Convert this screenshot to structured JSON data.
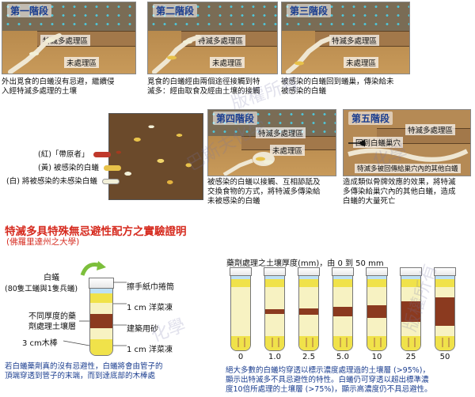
{
  "stages": [
    {
      "title": "第一階段",
      "treated_zone": "特滅多處理區",
      "untreated_zone": "未處理區",
      "caption_lines": [
        "外出覓食的白蟻沒有忌避，繼續侵",
        "入經特滅多處理的土壤"
      ]
    },
    {
      "title": "第二階段",
      "treated_zone": "特滅多處理區",
      "untreated_zone": "未處理區",
      "caption_lines": [
        "覓食的白蟻經由兩個途徑接觸到特",
        "滅多：經由取食及經由土壤的接觸"
      ]
    },
    {
      "title": "第三階段",
      "treated_zone": "特滅多處理區",
      "untreated_zone": "未處理區",
      "caption_lines": [
        "被感染的白蟻回到蟻巢，傳染給未",
        "被感染的白蟻"
      ]
    },
    {
      "title": "第四階段",
      "treated_zone": "特滅多處理區",
      "untreated_zone": "未處理區",
      "caption_lines": [
        "被感染的白蟻以接觸、互相舔舐及",
        "交換食物的方式，將特滅多傳染給",
        "未被感染的白蟻"
      ]
    },
    {
      "title": "第五階段",
      "treated_zone": "特滅多處理區",
      "nest_label": "回到白蟻巢穴",
      "spread_label": "特滅多被回傳給巢穴內的其他白蟻",
      "caption_lines": [
        "造成類似骨牌效應的效果，將特滅",
        "多傳染給巢穴內的其他白蟻，造成",
        "白蟻的大量死亡"
      ]
    }
  ],
  "legend": [
    {
      "text": "(紅)「帶原者」",
      "color": "#c0392b"
    },
    {
      "text": "(黃) 被感染的白蟻",
      "color": "#e8c24a"
    },
    {
      "text": "(白) 將被感染的未感染白蟻",
      "color": "#f2f0d8"
    }
  ],
  "experiment": {
    "title": "特滅多具特殊無忌避性配方之實驗證明",
    "subtitle": "(佛羅里達州之大學)",
    "termite_label": "白蟻",
    "termite_count": "(80隻工蟻與1隻兵蟻)",
    "paper_plug": "擦手紙巾捲筒",
    "agar_top": "1 cm 洋菜凍",
    "soil_layer_lines": [
      "不同厚度的藥",
      "劑處理土壤層"
    ],
    "sand": "建築用砂",
    "wood_stick": "3 cm木棒",
    "agar_bottom": "1 cm 洋菜凍",
    "desc_lines": [
      "若白蟻藥劑真的沒有忌避性，白蟻將會由管子的",
      "頂端穿透到管子的末端，而到達底部的木棒處"
    ]
  },
  "results": {
    "heading": "藥劑處理之土壤厚度(mm)，由 0 到 50 mm",
    "tubes": [
      {
        "thickness": "0",
        "value_mm": 0
      },
      {
        "thickness": "1.0",
        "value_mm": 1
      },
      {
        "thickness": "2.5",
        "value_mm": 2.5
      },
      {
        "thickness": "5.0",
        "value_mm": 5
      },
      {
        "thickness": "10",
        "value_mm": 10
      },
      {
        "thickness": "25",
        "value_mm": 25
      },
      {
        "thickness": "50",
        "value_mm": 50
      }
    ],
    "desc_lines": [
      "絕大多數的白蟻均穿透以標示濃度處理過的土壤層 (>95%)，",
      "顯示出特滅多不具忌避性的特性。白蟻仍可穿透以超出標準濃",
      "度10倍所處理的土壤層 (>75%)，顯示高濃度仍不具忌避性。"
    ]
  },
  "watermarks": [
    "版權所有",
    "巴斯夫化學",
    "化學",
    "版權所有",
    "化學"
  ],
  "colors": {
    "title_blue": "#1a3d8f",
    "accent_red": "#d62b1f",
    "soil_treated": "#8b3a1f",
    "agar": "#f0e24a",
    "sand": "#e4c77a"
  }
}
